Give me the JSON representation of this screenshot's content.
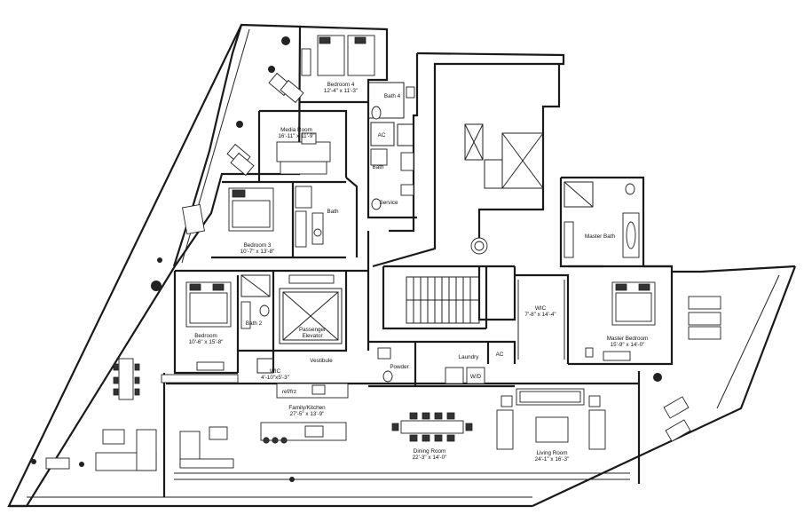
{
  "rooms": {
    "bedroom4": {
      "name": "Bedroom 4",
      "dims": "12'-4\" x 11'-3\""
    },
    "bath4": {
      "name": "Bath 4"
    },
    "media": {
      "name": "Media Room",
      "dims": "16'-11\" x 11'-9\""
    },
    "ac1": {
      "name": "AC"
    },
    "bath_small": {
      "name": "Bath"
    },
    "service": {
      "name": "Service"
    },
    "bath3": {
      "name": "Bath"
    },
    "bedroom3": {
      "name": "Bedroom 3",
      "dims": "10'-7\" x 13'-8\""
    },
    "master_bath": {
      "name": "Master Bath"
    },
    "wic_master": {
      "name": "WIC",
      "dims": "7'-8\" x 14'-4\""
    },
    "master_bedroom": {
      "name": "Master Bedroom",
      "dims": "15'-9\" x 14'-0\""
    },
    "bedroom": {
      "name": "Bedroom",
      "dims": "10'-6\" x 15'-8\""
    },
    "bath2": {
      "name": "Bath 2"
    },
    "elevator": {
      "name": "Passenger",
      "name2": "Elevator"
    },
    "vestibule": {
      "name": "Vestibule"
    },
    "wic": {
      "name": "WIC",
      "dims": "4'-10\"x5'-3\""
    },
    "powder": {
      "name": "Powder"
    },
    "laundry": {
      "name": "Laundry"
    },
    "ac2": {
      "name": "AC"
    },
    "wd": {
      "name": "W/D"
    },
    "ref": {
      "name": "ref/frz"
    },
    "kitchen": {
      "name": "Family/Kitchen",
      "dims": "27'-5\" x 13'-9\""
    },
    "dining": {
      "name": "Dining Room",
      "dims": "22'-3\" x 14'-0\""
    },
    "living": {
      "name": "Living Room",
      "dims": "24'-1\" x 16'-3\""
    }
  }
}
